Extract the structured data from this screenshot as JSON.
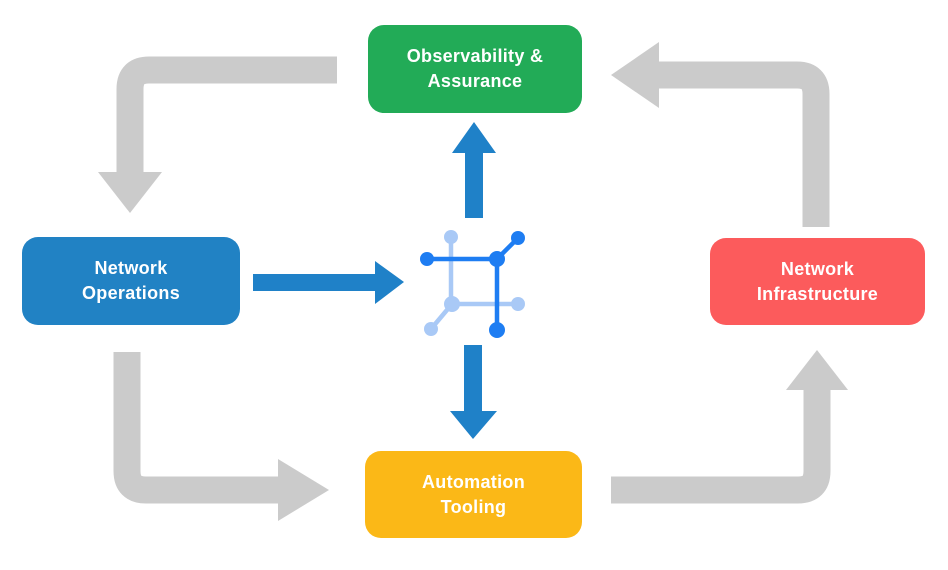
{
  "diagram": {
    "type": "cycle-diagram",
    "background": "#ffffff",
    "nodes": {
      "observability": {
        "label": "Observability &\nAssurance",
        "color": "#22AB57"
      },
      "operations": {
        "label": "Network\nOperations",
        "color": "#2182C4"
      },
      "infrastructure": {
        "label": "Network\nInfrastructure",
        "color": "#FC5B5C"
      },
      "automation": {
        "label": "Automation\nTooling",
        "color": "#FBB817"
      }
    },
    "center_icon": {
      "name": "network-fabric-icon",
      "color_dark": "#1E7DF2",
      "color_light": "#A9C9F6"
    },
    "arrows": {
      "cycle_color": "#CBCBCB",
      "flow_color": "#1F81C8",
      "cycle": [
        {
          "from": "Observability & Assurance",
          "to": "Network Operations"
        },
        {
          "from": "Network Operations",
          "to": "Automation Tooling"
        },
        {
          "from": "Automation Tooling",
          "to": "Network Infrastructure"
        },
        {
          "from": "Network Infrastructure",
          "to": "Observability & Assurance"
        }
      ],
      "flows": [
        {
          "from": "Network Operations",
          "to": "center-icon"
        },
        {
          "from": "center-icon",
          "to": "Observability & Assurance"
        },
        {
          "from": "center-icon",
          "to": "Automation Tooling"
        }
      ]
    }
  }
}
